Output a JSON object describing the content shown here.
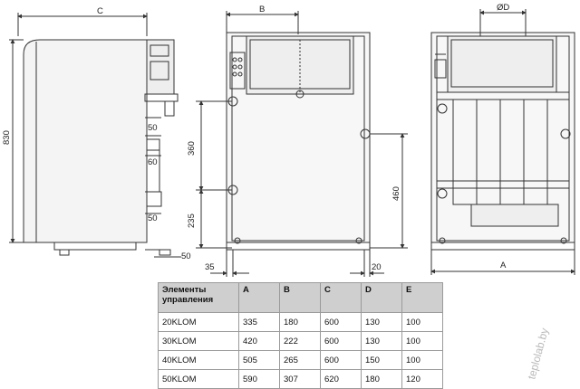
{
  "dimensions": {
    "width_label": "C",
    "height_label": "830",
    "panel_width_label": "B",
    "flue_label": "ØD",
    "depth_label": "A",
    "conn_50_a": "50",
    "conn_60": "60",
    "conn_50_b": "50",
    "conn_50_c": "50",
    "dist_360": "360",
    "dist_235": "235",
    "dist_460": "460",
    "offset_35": "35",
    "offset_20": "20"
  },
  "table": {
    "headers": [
      "Элементы управления",
      "A",
      "B",
      "C",
      "D",
      "E"
    ],
    "rows": [
      [
        "20KLOM",
        "335",
        "180",
        "600",
        "130",
        "100"
      ],
      [
        "30KLOM",
        "420",
        "222",
        "600",
        "130",
        "100"
      ],
      [
        "40KLOM",
        "505",
        "265",
        "600",
        "150",
        "100"
      ],
      [
        "50KLOM",
        "590",
        "307",
        "620",
        "180",
        "120"
      ]
    ]
  },
  "watermark": "teplolab.by",
  "colors": {
    "line": "#333333",
    "header_bg": "#cfcfcf"
  }
}
